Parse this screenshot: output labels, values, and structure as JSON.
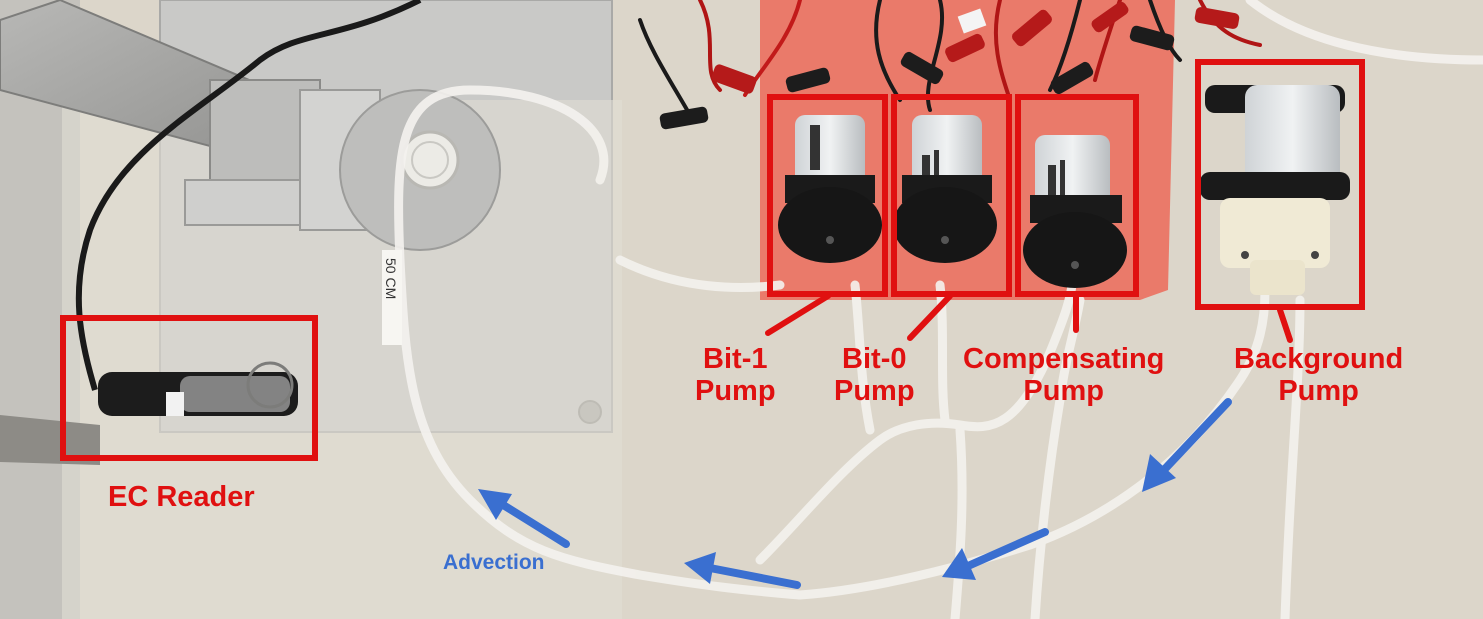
{
  "labels": {
    "ec_reader": "EC Reader",
    "bit1": {
      "line1": "Bit-1",
      "line2": "Pump"
    },
    "bit0": {
      "line1": "Bit-0",
      "line2": "Pump"
    },
    "compensating": {
      "line1": "Compensating",
      "line2": "Pump"
    },
    "background": {
      "line1": "Background",
      "line2": "Pump"
    },
    "advection": "Advection"
  },
  "tube_marking": "50 CM",
  "colors": {
    "annotation_red": "#e01010",
    "flow_arrow_blue": "#3a6fd0",
    "table": "#d9d4c8",
    "foam": "#ea7a6a",
    "aluminum_plate": "#c9c9c7"
  }
}
